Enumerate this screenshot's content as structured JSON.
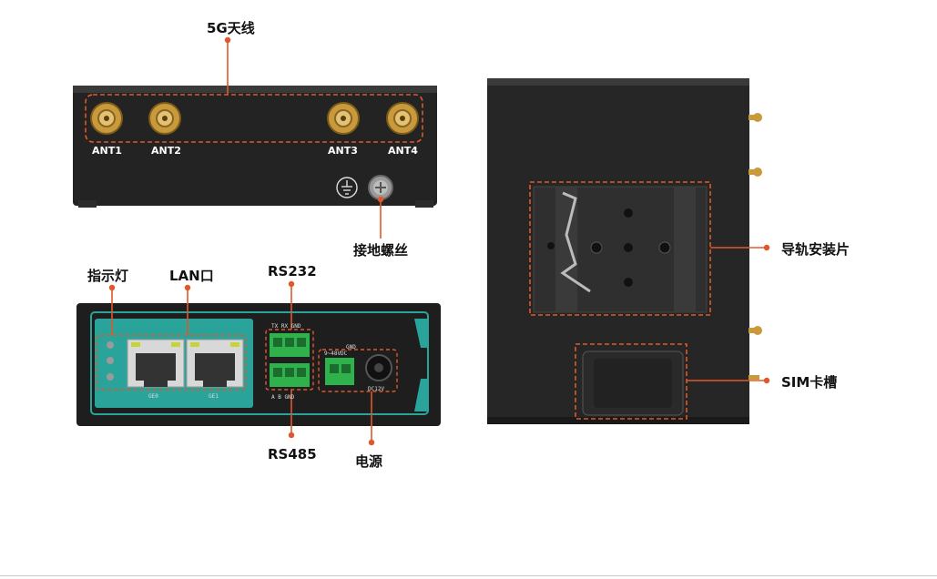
{
  "colors": {
    "accent": "#e0582a",
    "device_body": "#1f1f1f",
    "teal_panel": "#2aa39a",
    "connector_green": "#2fb14c",
    "gold": "#c89a3c"
  },
  "labels": {
    "antenna_title": "5G天线",
    "ant1": "ANT1",
    "ant2": "ANT2",
    "ant3": "ANT3",
    "ant4": "ANT4",
    "ground_screw": "接地螺丝",
    "indicator": "指示灯",
    "lan": "LAN口",
    "rs232": "RS232",
    "rs485": "RS485",
    "power": "电源",
    "din_rail": "导轨安装片",
    "sim_slot": "SIM卡槽"
  },
  "panel_text": {
    "ge0": "GE0",
    "ge1": "GE1",
    "rs232_pins": "TX  RX  GND",
    "rs485_pins": "A   B   GND",
    "power_in": "9~48VDC",
    "gnd": "GND",
    "dc": "DC12V"
  },
  "icons": {
    "ground": "ground-symbol-icon",
    "antenna": "sma-connector-icon",
    "screw": "screw-icon"
  }
}
